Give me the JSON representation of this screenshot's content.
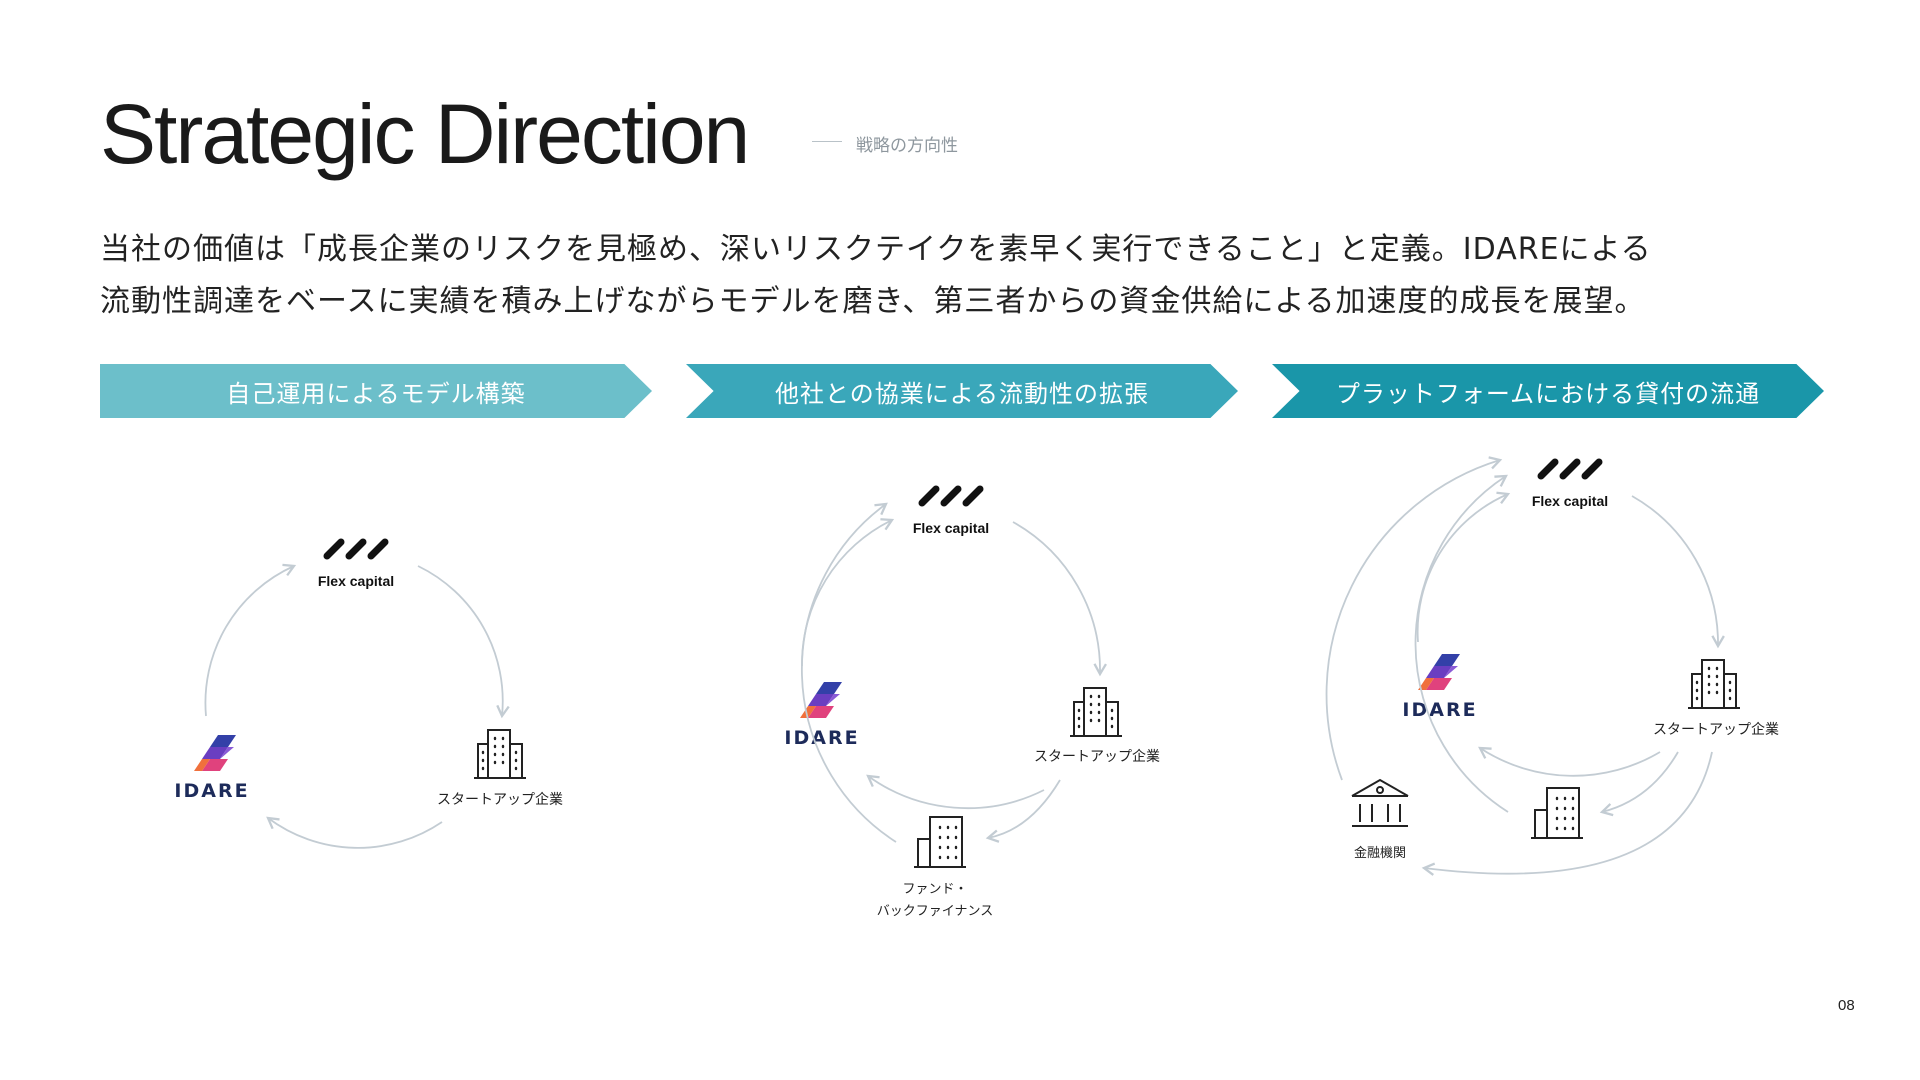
{
  "header": {
    "title": "Strategic Direction",
    "subtitle": "戦略の方向性"
  },
  "lead": {
    "line1": "当社の価値は「成長企業のリスクを見極め、深いリスクテイクを素早く実行できること」と定義。IDAREによる",
    "line2": "流動性調達をベースに実績を積み上げながらモデルを磨き、第三者からの資金供給による加速度的成長を展望。"
  },
  "phases": [
    {
      "banner": "自己運用によるモデル構築",
      "nodes": {
        "flex": "Flex capital",
        "idare": "IDARE",
        "startup": "スタートアップ企業"
      }
    },
    {
      "banner": "他社との協業による流動性の拡張",
      "nodes": {
        "flex": "Flex capital",
        "idare": "IDARE",
        "startup": "スタートアップ企業",
        "fund_line1": "ファンド・",
        "fund_line2": "バックファイナンス"
      }
    },
    {
      "banner": "プラットフォームにおける貸付の流通",
      "nodes": {
        "flex": "Flex capital",
        "idare": "IDARE",
        "startup": "スタートアップ企業",
        "bank": "金融機関"
      }
    }
  ],
  "colors": {
    "banner1": "#6cbfca",
    "banner2": "#3aa7ba",
    "banner3": "#1a96a9",
    "flow_arrow": "#c3ccd3",
    "idare_blue": "#3340a8",
    "idare_purple": "#6a3ec1",
    "idare_pink": "#e0427d",
    "idare_orange": "#f0703c"
  },
  "page_number": "08"
}
